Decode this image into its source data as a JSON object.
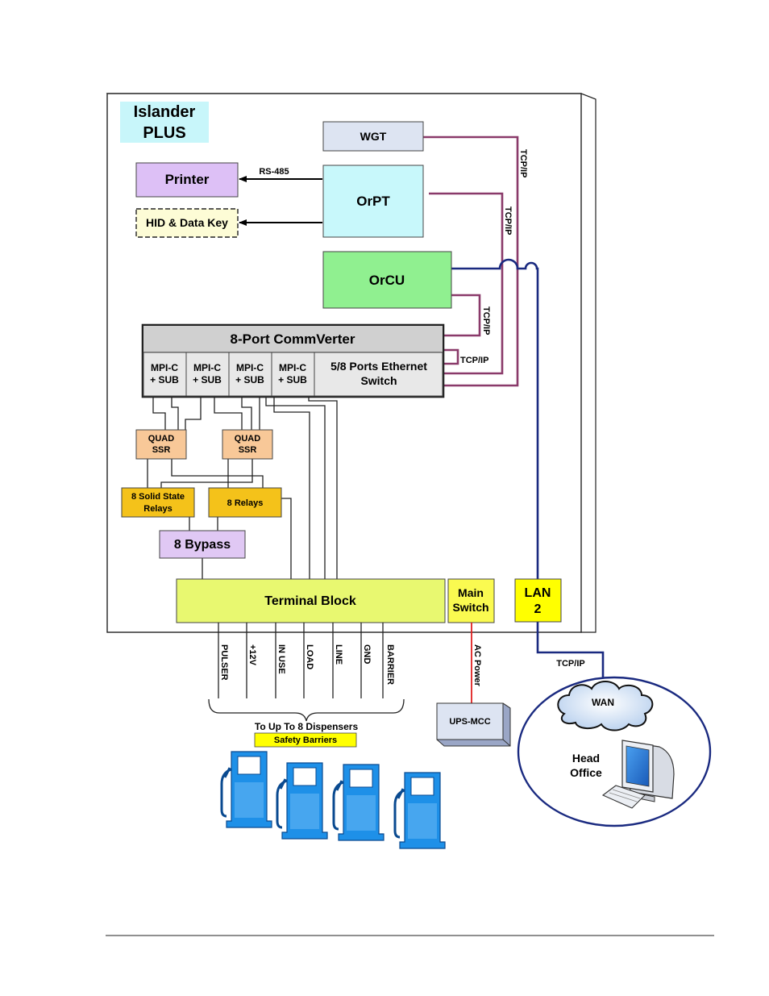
{
  "title": {
    "line1": "Islander",
    "line2": "PLUS"
  },
  "colors": {
    "tcp_line": "#8a3a6a",
    "lan_line": "#1a2a80",
    "ac_line": "#e02020",
    "wgt_fill": "#dde4f2",
    "orpt_fill": "#c8f8fb",
    "orcu_fill": "#90f090",
    "printer_fill": "#ddc0f6",
    "hid_fill": "#fdfcd6",
    "commverter_fill": "#d0d0d0",
    "ssr_fill": "#f8c898",
    "relay_fill": "#f4c21a",
    "bypass_fill": "#e0c8f4",
    "terminal_fill": "#e8f870",
    "switch_fill": "#fafa50",
    "lan_fill": "#ffff00",
    "title_fill": "#c8f6fa",
    "pump_color": "#1e90e8"
  },
  "boxes": {
    "wgt": "WGT",
    "printer": "Printer",
    "orpt": "OrPT",
    "hid": "HID & Data Key",
    "orcu": "OrCU",
    "commverter_title": "8-Port CommVerter",
    "mpi": [
      {
        "line1": "MPI-C",
        "line2": "+ SUB"
      },
      {
        "line1": "MPI-C",
        "line2": "+ SUB"
      },
      {
        "line1": "MPI-C",
        "line2": "+ SUB"
      },
      {
        "line1": "MPI-C",
        "line2": "+ SUB"
      }
    ],
    "ethernet": {
      "line1": "5/8 Ports Ethernet",
      "line2": "Switch"
    },
    "quad_ssr": [
      {
        "line1": "QUAD",
        "line2": "SSR"
      },
      {
        "line1": "QUAD",
        "line2": "SSR"
      }
    ],
    "solid_state_relays": {
      "line1": "8 Solid State",
      "line2": "Relays"
    },
    "relays": "8 Relays",
    "bypass": "8 Bypass",
    "terminal_block": "Terminal Block",
    "main_switch": {
      "line1": "Main",
      "line2": "Switch"
    },
    "lan": {
      "line1": "LAN",
      "line2": "2"
    },
    "ups": "UPS-MCC",
    "wan": "WAN",
    "head_office": {
      "line1": "Head",
      "line2": "Office"
    }
  },
  "link_labels": {
    "rs485": "RS-485",
    "tcp_wgt": "TCP/IP",
    "tcp_orpt": "TCP/IP",
    "tcp_orcu": "TCP/IP",
    "tcp_cv": "TCP/IP",
    "tcp_wan": "TCP/IP",
    "ac_power": "AC Power"
  },
  "terminals": [
    "PULSER",
    "+12V",
    "IN USE",
    "LOAD",
    "LINE",
    "GND",
    "BARRIER"
  ],
  "dispensers": {
    "caption": "To Up To 8 Dispensers",
    "barrier_label": "Safety Barriers",
    "count_shown": 4
  }
}
